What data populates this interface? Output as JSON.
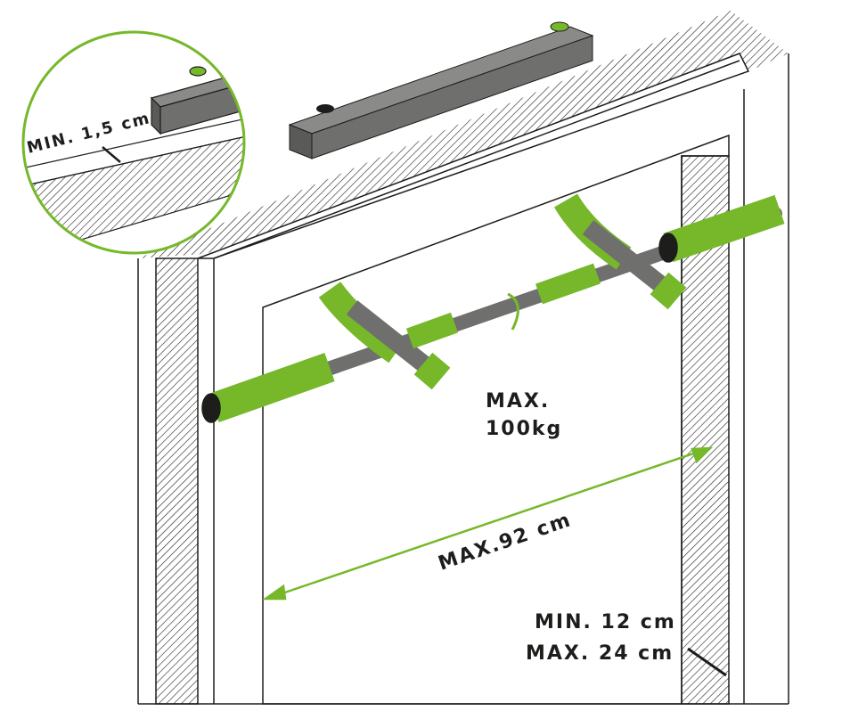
{
  "labels": {
    "min_thickness": "MIN. 1,5 cm",
    "max_load_line1": "MAX.",
    "max_load_line2": "100kg",
    "max_width": "MAX.92 cm",
    "frame_min": "MIN. 12 cm",
    "frame_max": "MAX. 24 cm"
  },
  "colors": {
    "green": "#76b82a",
    "bar": "#6f6f6e",
    "outline": "#1d1d1b"
  }
}
